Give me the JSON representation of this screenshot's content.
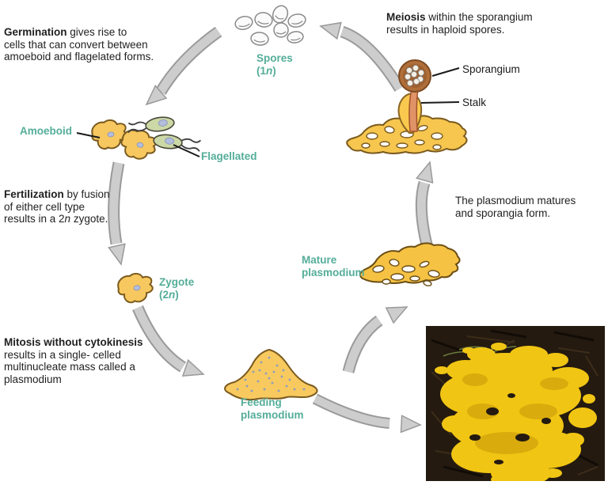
{
  "colors": {
    "label_teal": "#54ad99",
    "annotation_text": "#1f1f1f",
    "arrow_fill": "#cdcdcd",
    "arrow_outline": "#9a9a9a",
    "cell_yellow": "#f7c85f",
    "cell_outline": "#7a5a1e",
    "spore_fill": "#fbfbfb",
    "spore_outline": "#8a8a8a",
    "flagellated_green": "#ccd8a6",
    "nucleus_blue": "#b3bedd",
    "stalk_salmon": "#df9367",
    "sporangium_brown": "#b06f3a",
    "photo_background": "#241a10",
    "photo_slime_yellow": "#f1c513"
  },
  "annotations": {
    "germination": {
      "line1_bold": "Germination",
      "line1_rest": " gives rise to",
      "line2": "cells that can convert between",
      "line3": "amoeboid and flagelated forms."
    },
    "meiosis": {
      "line1_bold": "Meiosis",
      "line1_rest": " within the sporangium",
      "line2": "results in haploid spores."
    },
    "fertilization": {
      "line1_bold": "Fertilization",
      "line1_rest": " by fusion",
      "line2": "of either cell type",
      "line3_start": "results in a 2",
      "line3_italic": "n",
      "line3_end": " zygote."
    },
    "mitosis": {
      "line1_bold": "Mitosis without cytokinesis",
      "line2": "results in a single- celled",
      "line3": "multinucleate mass called a",
      "line4": "plasmodium"
    },
    "maturation": {
      "line1": "The plasmodium matures",
      "line2": "and sporangia form."
    }
  },
  "labels": {
    "spores": {
      "name": "Spores",
      "ploidy_start": "(1",
      "ploidy_italic": "n",
      "ploidy_end": ")"
    },
    "amoeboid": "Amoeboid",
    "flagellated": "Flagellated",
    "zygote": {
      "name": "Zygote",
      "ploidy_start": "(2",
      "ploidy_italic": "n",
      "ploidy_end": ")"
    },
    "feeding_plasmodium": {
      "line1": "Feeding",
      "line2": "plasmodium"
    },
    "mature_plasmodium": {
      "line1": "Mature",
      "line2": "plasmodium"
    },
    "sporangium": "Sporangium",
    "stalk": "Stalk"
  }
}
